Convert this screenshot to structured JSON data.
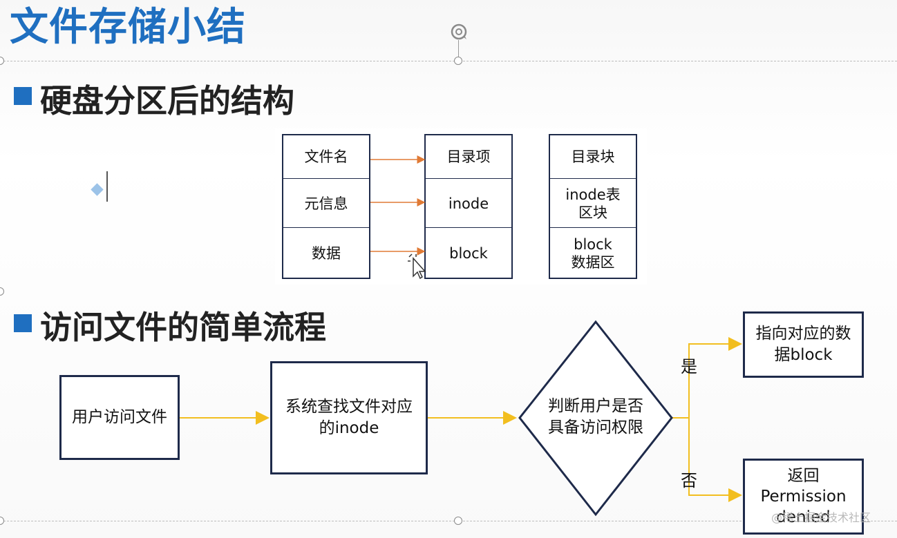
{
  "title": "文件存储小结",
  "section1": {
    "heading": "硬盘分区后的结构"
  },
  "table_left": {
    "cells": [
      "文件名",
      "元信息",
      "数据"
    ]
  },
  "table_middle": {
    "cells": [
      "目录项",
      "inode",
      "block"
    ]
  },
  "table_right": {
    "cells": [
      "目录块",
      "inode表\n区块",
      "block\n数据区"
    ]
  },
  "section2": {
    "heading": "访问文件的简单流程"
  },
  "flow": {
    "step1": "用户访问文件",
    "step2": "系统查找文件对应\n的inode",
    "decision": "判断用户是否\n具备访问权限",
    "yes_label": "是",
    "no_label": "否",
    "yes_result": "指向对应的数\n据block",
    "no_result": "返回\nPermission\ndenied"
  },
  "watermark": "@稀土掘金技术社区",
  "colors": {
    "title": "#1f6fc0",
    "bullet": "#1f6fc0",
    "box_border": "#1e2a4a",
    "table_arrow": "#e07a35",
    "flow_arrow": "#f2be1f"
  }
}
